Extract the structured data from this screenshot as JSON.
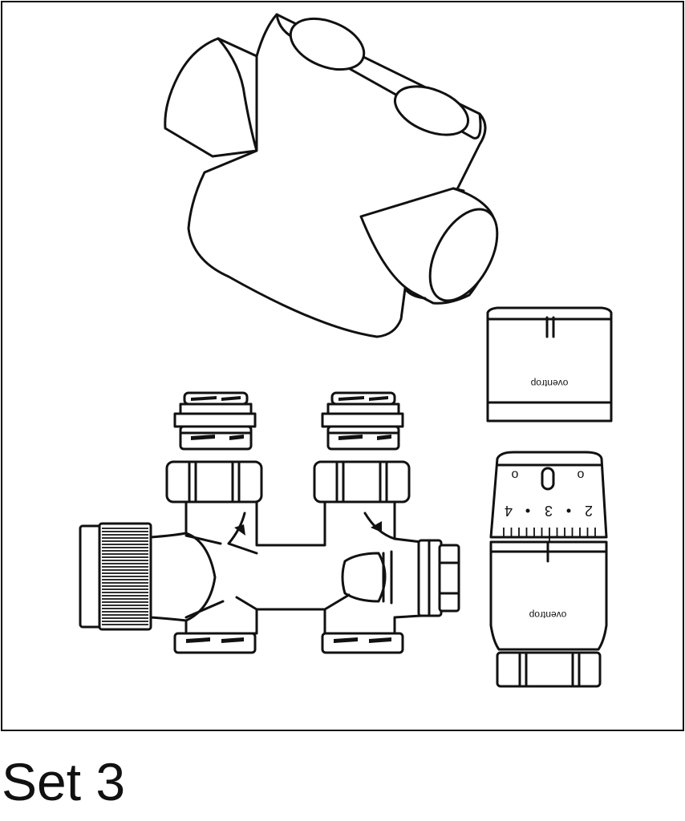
{
  "caption": "Set 3",
  "brand_label": "oventrop",
  "dial": {
    "top_marks": [
      "o",
      "o"
    ],
    "scale": [
      "2",
      "3",
      "4"
    ]
  },
  "colors": {
    "line": "#111111",
    "background": "#ffffff"
  }
}
